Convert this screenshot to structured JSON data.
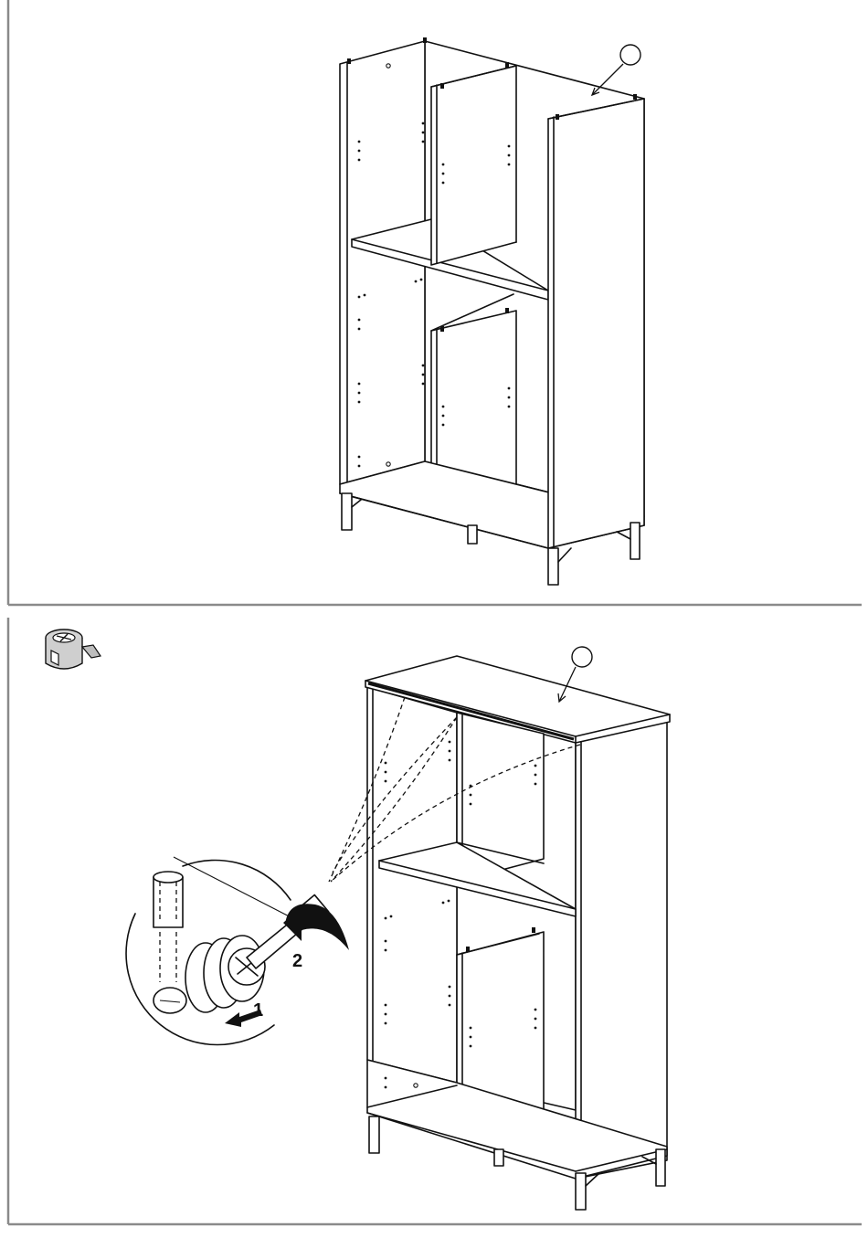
{
  "panels": [
    {
      "name": "step-top-cabinet-carcass",
      "callout": {
        "label": ""
      }
    },
    {
      "name": "step-bottom-attach-top-panel",
      "callout": {
        "label": ""
      },
      "inset_steps": [
        "2",
        "1"
      ],
      "hardware_icon": "cam-lock-fitting-icon"
    }
  ]
}
